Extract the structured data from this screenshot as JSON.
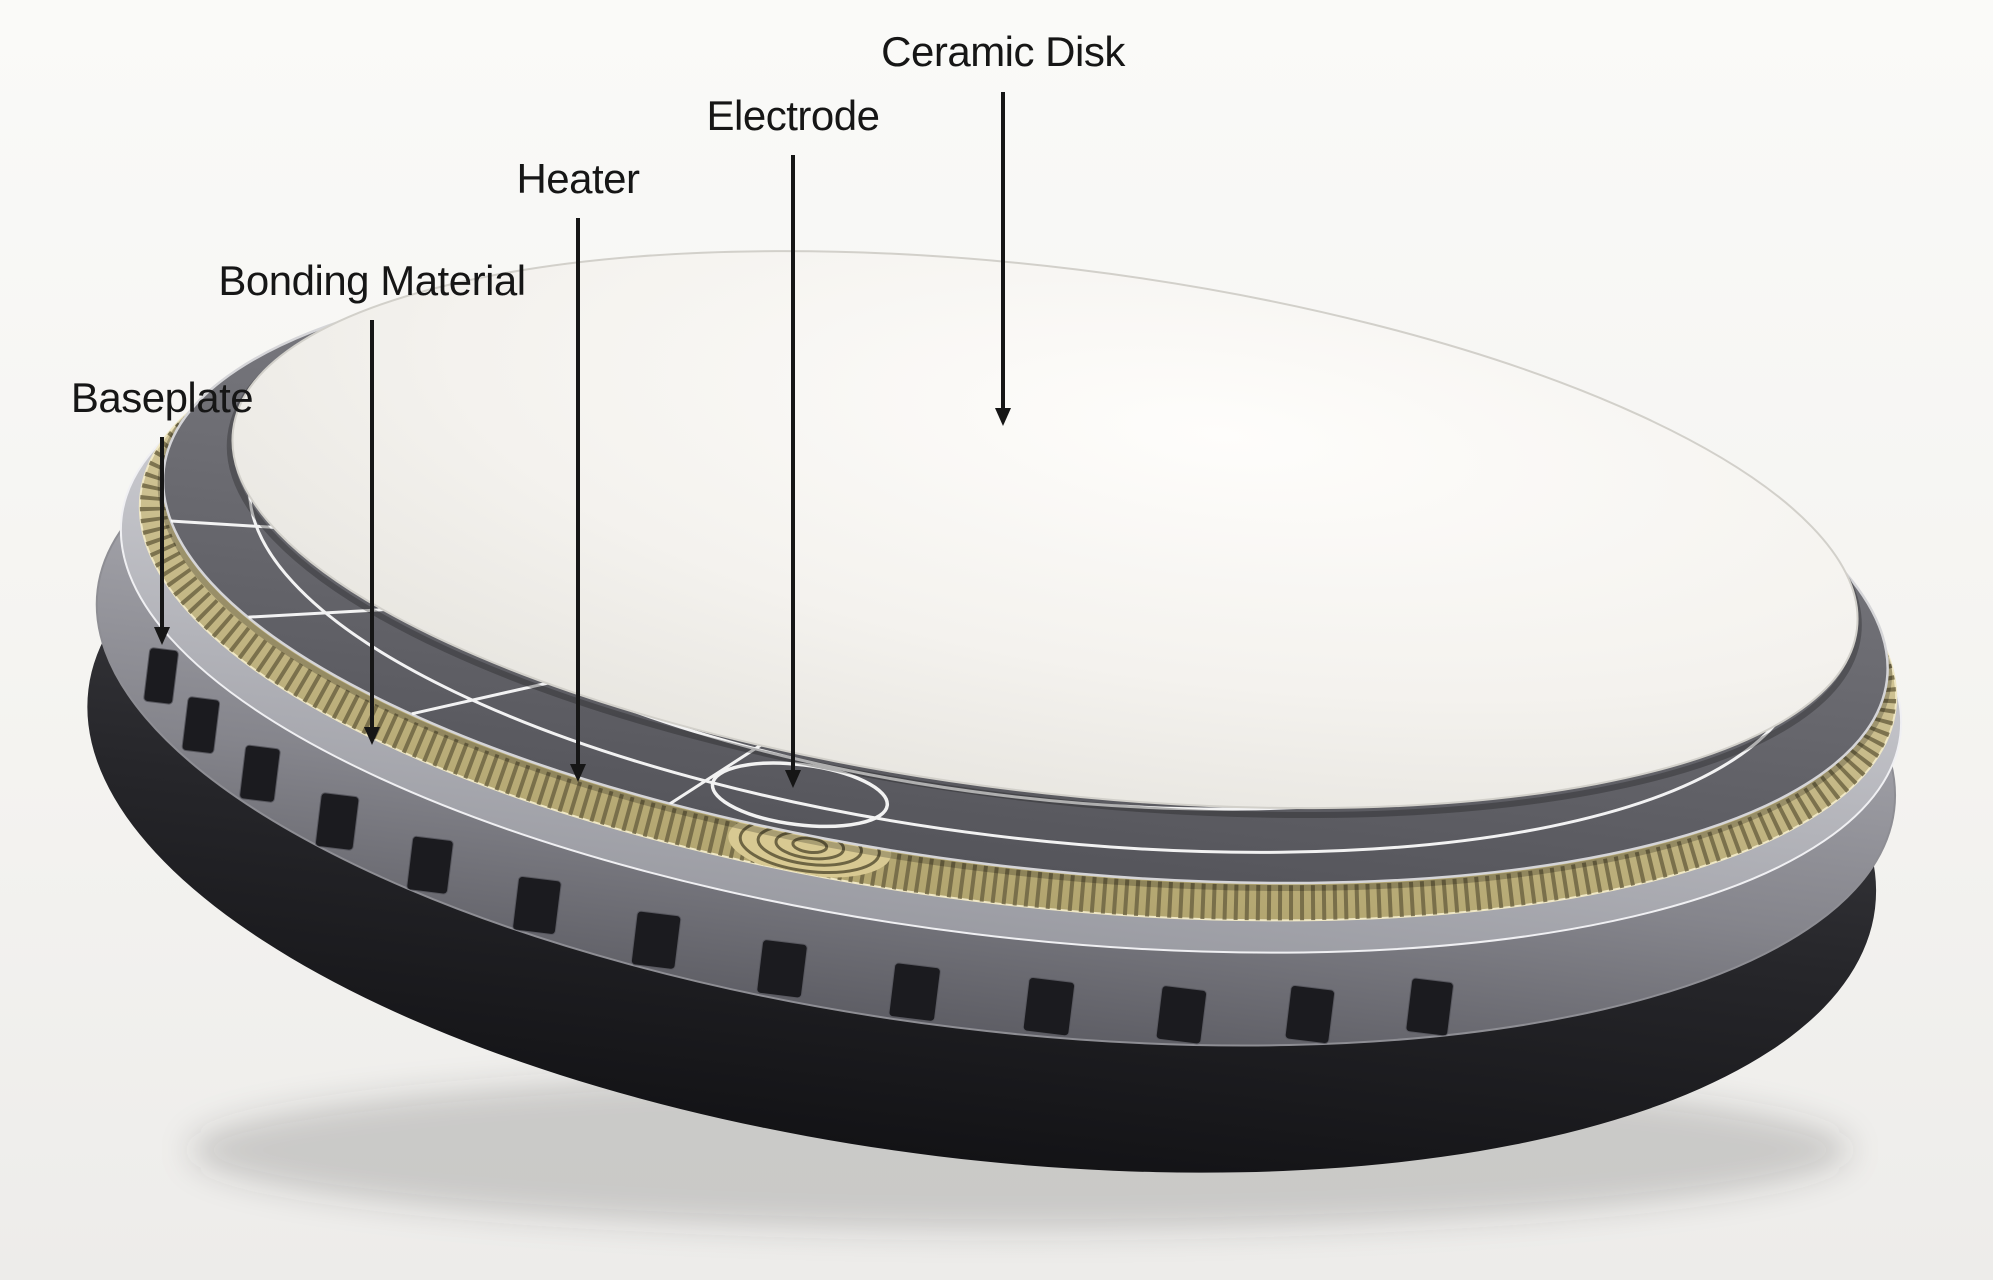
{
  "figure": {
    "type": "cutaway-diagram",
    "background_color": "#f6f5f2"
  },
  "labels": [
    {
      "id": "ceramic-disk",
      "text": "Ceramic Disk"
    },
    {
      "id": "electrode",
      "text": "Electrode"
    },
    {
      "id": "heater",
      "text": "Heater"
    },
    {
      "id": "bonding-material",
      "text": "Bonding Material"
    },
    {
      "id": "baseplate",
      "text": "Baseplate"
    }
  ],
  "colors": {
    "ceramic": "#f2f0ec",
    "electrode": "#6a6a70",
    "electrode_lines": "#ffffff",
    "heater": "#cfc08d",
    "heater_trace": "#6f6746",
    "bonding": "#c9c9cf",
    "baseplate_face": "#8d8d94",
    "baseplate_body": "#232327",
    "label_text": "#161616",
    "arrow": "#161616"
  }
}
